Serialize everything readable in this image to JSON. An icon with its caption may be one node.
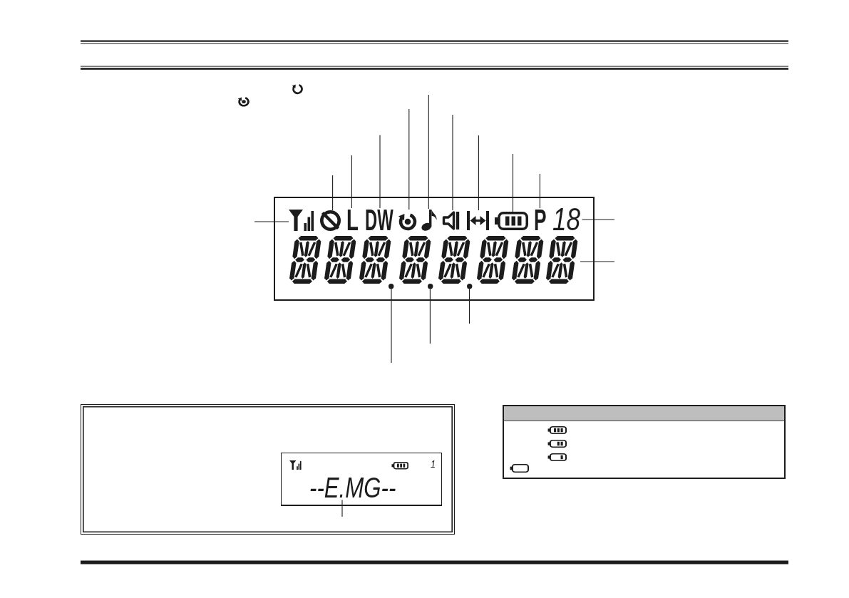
{
  "diagram": {
    "nodes": [
      {
        "text": [],
        "shape": "box"
      },
      {
        "text": [],
        "shape": "picture",
        "in": 0
      },
      {
        "text": [],
        "shape": "circle",
        "in": 0
      },
      {
        "text": [
          "L"
        ],
        "in": 0
      },
      {
        "text": [
          "DW"
        ],
        "in": 0
      },
      {
        "text": [],
        "shape": "picture",
        "in": 0
      },
      {
        "text": [],
        "shape": "picture",
        "in": 0
      },
      {
        "text": [],
        "shape": "picture",
        "in": 0
      },
      {
        "text": [],
        "shape": "picture",
        "in": 0
      },
      {
        "text": [],
        "shape": "picture",
        "in": 0
      },
      {
        "text": [
          "P"
        ],
        "in": 0
      },
      {
        "text": [
          "18"
        ],
        "in": 0
      },
      {
        "text": [],
        "shape": "picture",
        "in": 0
      },
      {
        "text": [],
        "shape": "circle",
        "in": 0
      },
      {
        "text": [],
        "shape": "circle",
        "in": 0
      },
      {
        "text": [],
        "shape": "circle",
        "in": 0
      },
      {
        "text": [],
        "shape": "box"
      },
      {
        "text": [
          "1"
        ],
        "in": 16
      },
      {
        "text": [
          "--E.MG--"
        ],
        "in": 17
      }
    ],
    "edges": [
      {
        "from": null,
        "to": 1,
        "arrow": "none"
      },
      {
        "from": null,
        "to": 2,
        "arrow": "none"
      },
      {
        "from": null,
        "to": 3,
        "arrow": "none"
      },
      {
        "from": null,
        "to": 4,
        "arrow": "none"
      },
      {
        "from": null,
        "to": 5,
        "arrow": "none"
      },
      {
        "from": null,
        "to": 6,
        "arrow": "none"
      },
      {
        "from": null,
        "to": 7,
        "arrow": "none"
      },
      {
        "from": null,
        "to": 8,
        "arrow": "none"
      },
      {
        "from": null,
        "to": 9,
        "arrow": "none"
      },
      {
        "from": null,
        "to": 10,
        "arrow": "none"
      },
      {
        "from": null,
        "to": 11,
        "arrow": "none"
      },
      {
        "from": null,
        "to": 12,
        "arrow": "none"
      },
      {
        "from": null,
        "to": 13,
        "arrow": "none"
      },
      {
        "from": null,
        "to": 14,
        "arrow": "none"
      },
      {
        "from": null,
        "to": 15,
        "arrow": "none"
      },
      {
        "from": null,
        "to": 18,
        "arrow": "none"
      }
    ]
  }
}
